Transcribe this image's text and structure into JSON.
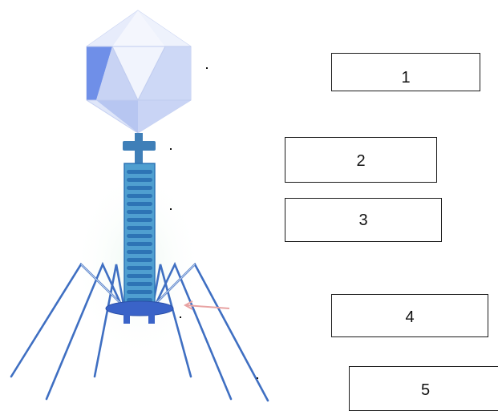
{
  "labels": [
    {
      "id": "1",
      "text": "1"
    },
    {
      "id": "2",
      "text": "2"
    },
    {
      "id": "3",
      "text": "3"
    },
    {
      "id": "4",
      "text": "4"
    },
    {
      "id": "5",
      "text": "5"
    }
  ],
  "colors": {
    "capsid_light": "#e9eefb",
    "capsid_mid": "#bccaf2",
    "capsid_dark": "#6f8fe8",
    "collar": "#3f7fb8",
    "sheath": "#4f9fd0",
    "sheath_ring": "#2d74b5",
    "base_plate": "#3a63c8",
    "tail_fiber": "#3f6fc2",
    "pointer_arrow": "#e8a3a3",
    "box_border": "#1a1a1a"
  }
}
